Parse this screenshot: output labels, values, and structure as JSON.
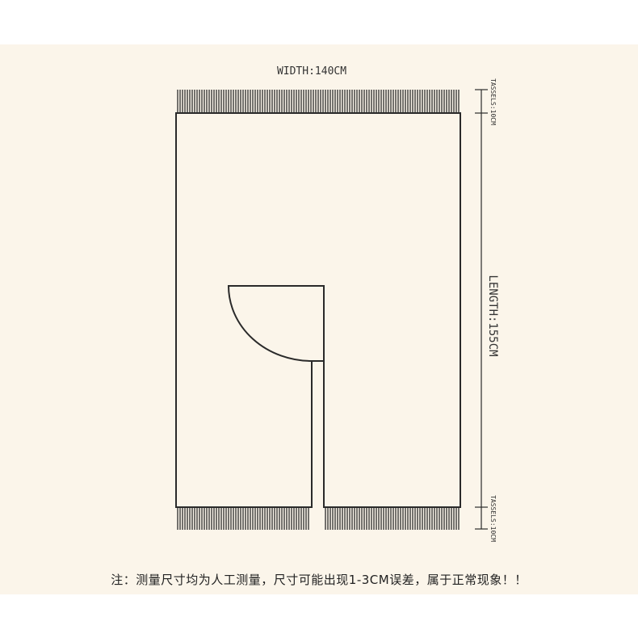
{
  "labels": {
    "width": "WIDTH:140CM",
    "length": "LENGTH:155CM",
    "tassels_top": "TASSELS:10CM",
    "tassels_bottom": "TASSELS:10CM"
  },
  "note": "注：测量尺寸均为人工测量，尺寸可能出现1-3CM误差，属于正常现象！！",
  "colors": {
    "background": "#fbf5ea",
    "line": "#2a2a2a"
  }
}
